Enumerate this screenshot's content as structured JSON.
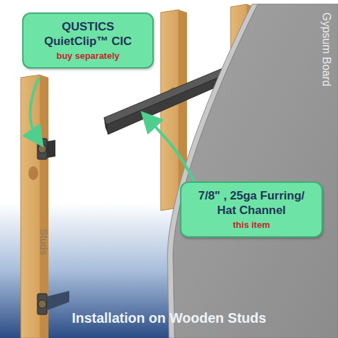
{
  "diagram": {
    "caption": "Installation on Wooden Studs",
    "nodes": [
      {
        "text": [
          "QUSTICS QuietClip™ CIC",
          "buy separately"
        ]
      },
      {
        "text": [
          "7/8\" , 25ga Furring/ Hat Channel",
          "this item"
        ]
      }
    ],
    "labels": [
      "Gypsum Board",
      "Studs"
    ]
  }
}
